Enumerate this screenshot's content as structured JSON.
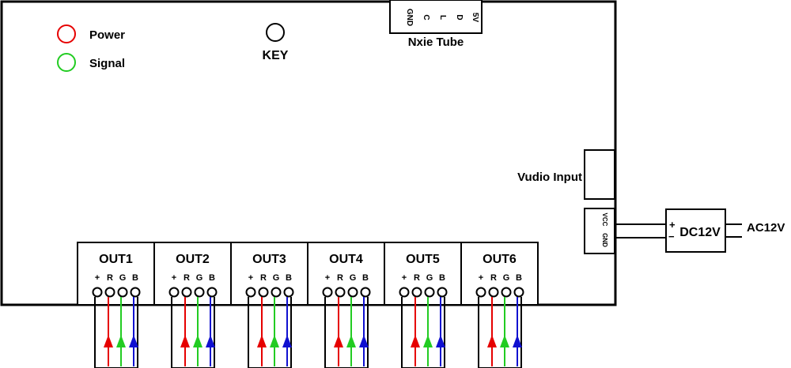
{
  "indicators": [
    {
      "label": "Power",
      "color": "#e60000"
    },
    {
      "label": "Signal",
      "color": "#22cc22"
    }
  ],
  "key": {
    "label": "KEY"
  },
  "nixie": {
    "title": "Nxie Tube",
    "pins": [
      "GND",
      "C",
      "L",
      "D",
      "5V"
    ]
  },
  "audio_input": {
    "label": "Vudio Input"
  },
  "power_connector": {
    "pins": [
      "VCC",
      "GND"
    ]
  },
  "adapter": {
    "label": "DC12V",
    "plus": "+",
    "minus": "−",
    "ac_label": "AC12V"
  },
  "outputs": {
    "pin_labels": [
      "+",
      "R",
      "G",
      "B"
    ],
    "wire_colors": [
      "#000000",
      "#e60000",
      "#22cc22",
      "#1010d0"
    ],
    "items": [
      "OUT1",
      "OUT2",
      "OUT3",
      "OUT4",
      "OUT5",
      "OUT6"
    ]
  }
}
